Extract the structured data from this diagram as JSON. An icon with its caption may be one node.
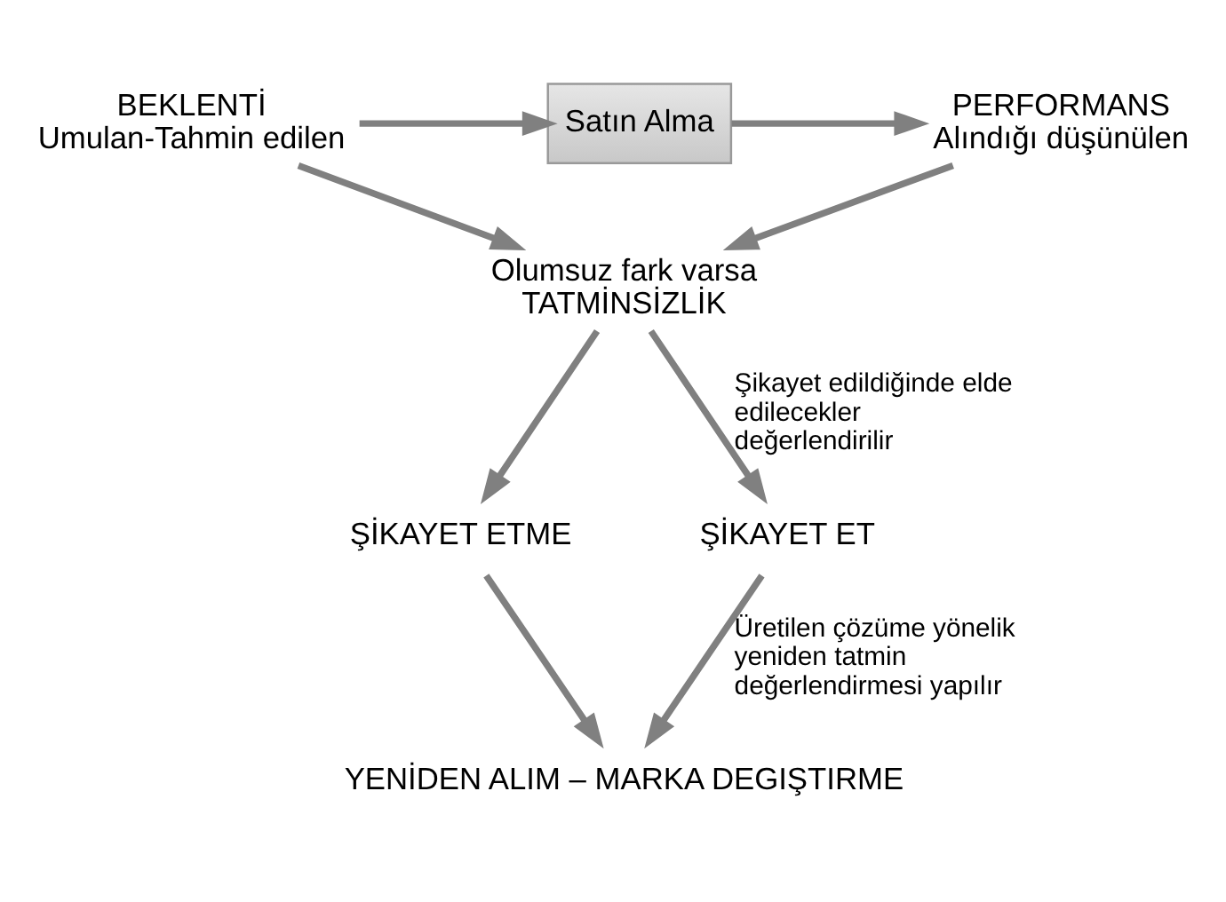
{
  "diagram": {
    "nodes": [
      {
        "text": [
          "Satın Alma"
        ]
      },
      {
        "text": [
          "BEKLENTİ",
          "Umulan-Tahmin edilen"
        ]
      },
      {
        "text": [
          "PERFORMANS",
          "Alındığı düşünülen"
        ]
      },
      {
        "text": [
          "Olumsuz fark varsa",
          "TATMİNSİZLİK"
        ]
      },
      {
        "text": [
          "ŞİKAYET ETME"
        ]
      },
      {
        "text": [
          "ŞİKAYET ET"
        ]
      },
      {
        "text": [
          "YENİDEN ALIM – MARKA DEGIŞTIRME"
        ]
      }
    ],
    "edges": [
      {
        "from": 1,
        "to": 0,
        "arrow": "to"
      },
      {
        "from": 0,
        "to": 2,
        "arrow": "to"
      },
      {
        "from": 1,
        "to": 3,
        "arrow": "to"
      },
      {
        "from": 2,
        "to": 3,
        "arrow": "to"
      },
      {
        "from": 3,
        "to": 4,
        "arrow": "to"
      },
      {
        "from": 3,
        "to": 5,
        "arrow": "to",
        "label": "Şikayet edildiğinde elde edilecekler değerlendirilir"
      },
      {
        "from": 4,
        "to": 6,
        "arrow": "to"
      },
      {
        "from": 5,
        "to": 6,
        "arrow": "to",
        "label": "Üretilen çözüme yönelik yeniden tatmin değerlendirmesi yapılır"
      }
    ]
  }
}
